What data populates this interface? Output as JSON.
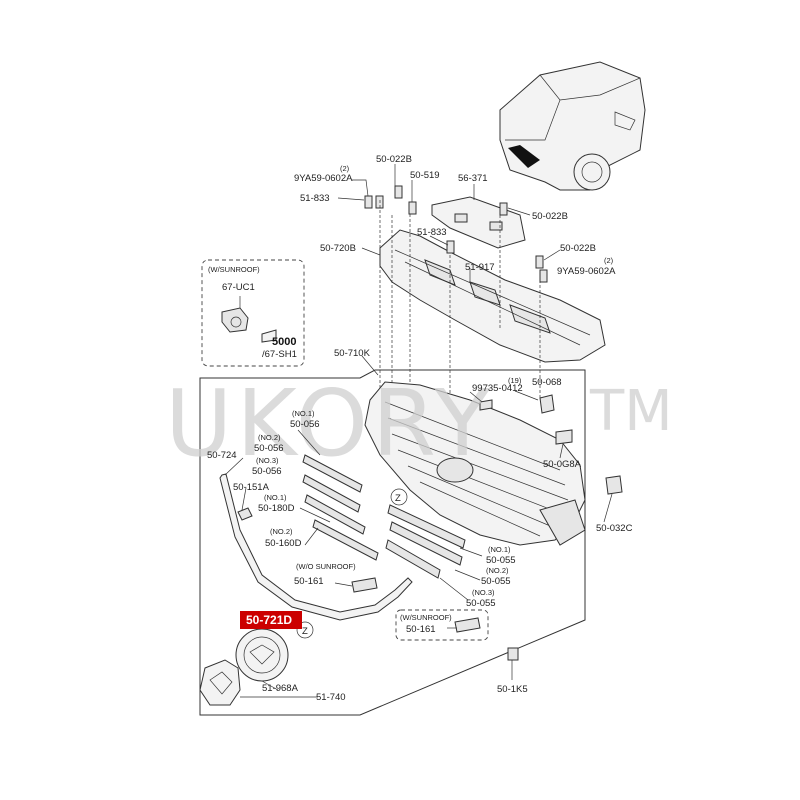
{
  "watermark": {
    "text": "UKORY",
    "tm": "TM"
  },
  "callouts": {
    "c_50_022B_top": "50-022B",
    "c_2_a": "(2)",
    "c_9YA59_a": "9YA59-0602A",
    "c_50_519": "50-519",
    "c_56_371": "56-371",
    "c_51_833_a": "51-833",
    "c_50_022B_r": "50-022B",
    "c_51_833_b": "51-833",
    "c_50_720B": "50-720B",
    "c_50_022B_r2": "50-022B",
    "c_2_b": "(2)",
    "c_9YA59_b": "9YA59-0602A",
    "c_51_917": "51-917",
    "c_50_710K": "50-710K",
    "c_19": "(19)",
    "c_99735": "99735-0412",
    "c_50_068": "50-068",
    "c_no1_a": "(NO.1)",
    "c_50_056_a": "50-056",
    "c_no2_a": "(NO.2)",
    "c_50_056_b": "50-056",
    "c_no3_a": "(NO.3)",
    "c_50_056_c": "50-056",
    "c_50_724": "50-724",
    "c_50_0G8A": "50-0G8A",
    "c_50_151A": "50-151A",
    "c_no1_b": "(NO.1)",
    "c_50_180D": "50-180D",
    "c_Z_a": "Z",
    "c_50_032C": "50-032C",
    "c_no2_b": "(NO.2)",
    "c_50_160D": "50-160D",
    "c_no1_c": "(NO.1)",
    "c_50_055_a": "50-055",
    "c_no2_c": "(NO.2)",
    "c_50_055_b": "50-055",
    "c_wo_sunroof": "(W/O SUNROOF)",
    "c_50_161_a": "50-161",
    "c_no3_c": "(NO.3)",
    "c_50_055_c": "50-055",
    "c_w_sunroof_b": "(W/SUNROOF)",
    "c_50_161_b": "50-161",
    "c_50_721D": "50-721D",
    "c_Z_b": "Z",
    "c_51_968A": "51-968A",
    "c_51_740": "51-740",
    "c_50_1K5": "50-1K5"
  },
  "sunroof_box": {
    "title": "(W/SUNROOF)",
    "part": "67-UC1",
    "ref_main": "5000",
    "ref_sub": "/67-SH1"
  },
  "highlight": {
    "label": "50-721D",
    "color": "#cc0000"
  }
}
